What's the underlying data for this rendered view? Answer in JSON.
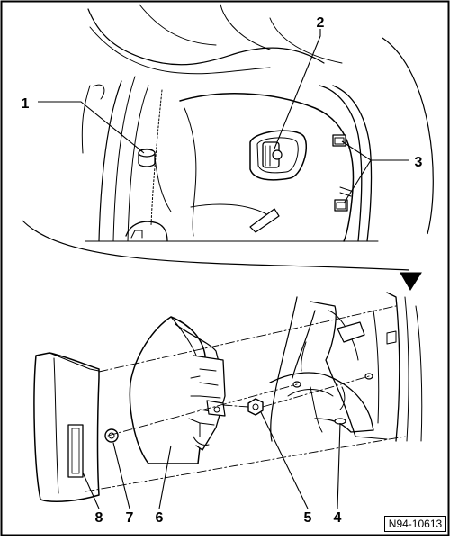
{
  "figure": {
    "reference": "N94-10613",
    "callouts": [
      "1",
      "2",
      "3",
      "4",
      "5",
      "6",
      "7",
      "8"
    ]
  }
}
